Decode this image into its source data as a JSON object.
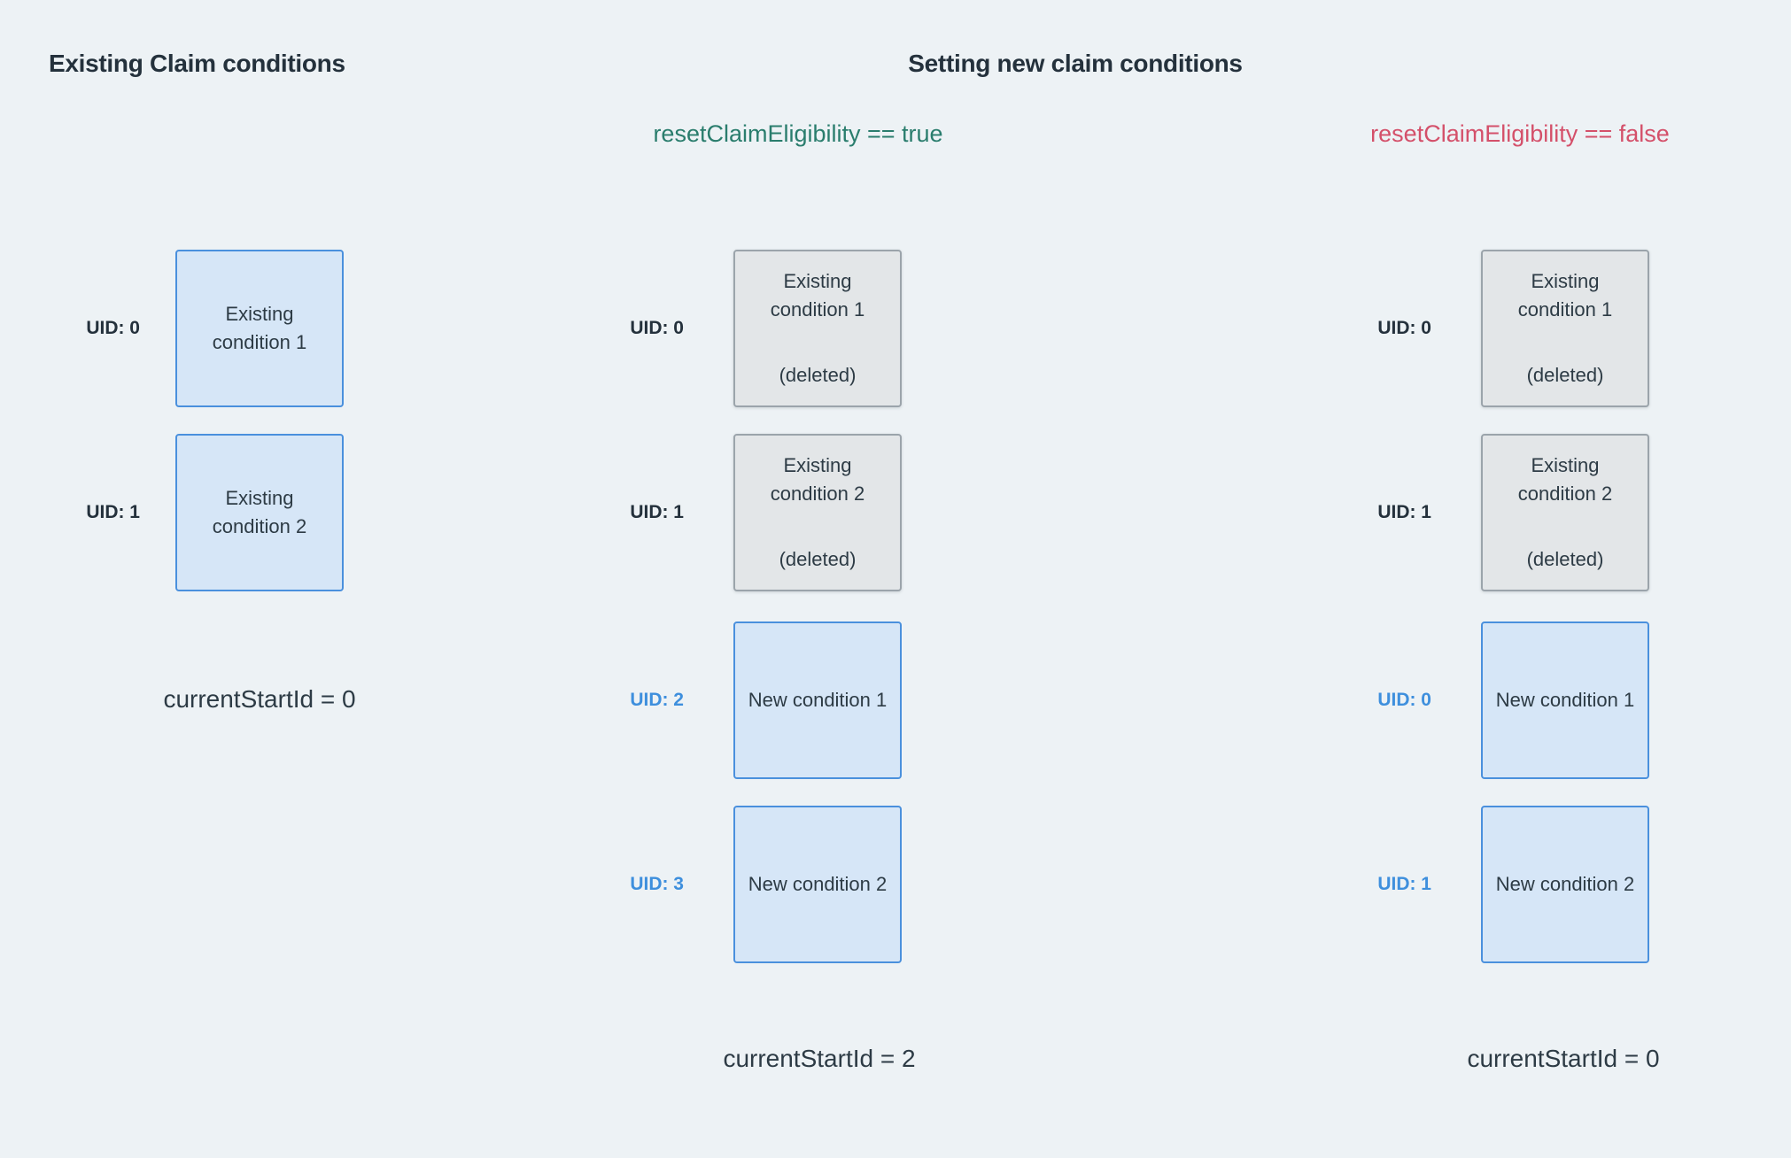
{
  "titles": {
    "left": "Existing Claim conditions",
    "middle": "Setting new claim conditions"
  },
  "branches": {
    "true_label": "resetClaimEligibility == true",
    "false_label": "resetClaimEligibility == false"
  },
  "colors": {
    "background": "#edf2f5",
    "heading_text": "#24313c",
    "body_text": "#2d3b45",
    "branch_true_green": "#2a7d6d",
    "branch_false_red": "#d4506a",
    "uid_blue": "#3e8fdd",
    "box_blue_fill": "#d6e6f7",
    "box_blue_border": "#4a90dd",
    "box_gray_fill": "#e3e6e8",
    "box_gray_border": "#9ba4ab"
  },
  "columns": {
    "existing": {
      "rows": [
        {
          "uid": "UID: 0",
          "text": "Existing condition 1"
        },
        {
          "uid": "UID: 1",
          "text": "Existing condition 2"
        }
      ],
      "caption": "currentStartId = 0"
    },
    "reset_true": {
      "rows": [
        {
          "uid": "UID: 0",
          "text": "Existing condition 1",
          "note": "(deleted)"
        },
        {
          "uid": "UID: 1",
          "text": "Existing condition 2",
          "note": "(deleted)"
        },
        {
          "uid": "UID: 2",
          "text": "New condition 1"
        },
        {
          "uid": "UID: 3",
          "text": "New condition 2"
        }
      ],
      "caption": "currentStartId = 2"
    },
    "reset_false": {
      "rows": [
        {
          "uid": "UID: 0",
          "text": "Existing condition 1",
          "note": "(deleted)"
        },
        {
          "uid": "UID: 1",
          "text": "Existing condition 2",
          "note": "(deleted)"
        },
        {
          "uid": "UID: 0",
          "text": "New condition 1"
        },
        {
          "uid": "UID: 1",
          "text": "New condition 2"
        }
      ],
      "caption": "currentStartId = 0"
    }
  }
}
